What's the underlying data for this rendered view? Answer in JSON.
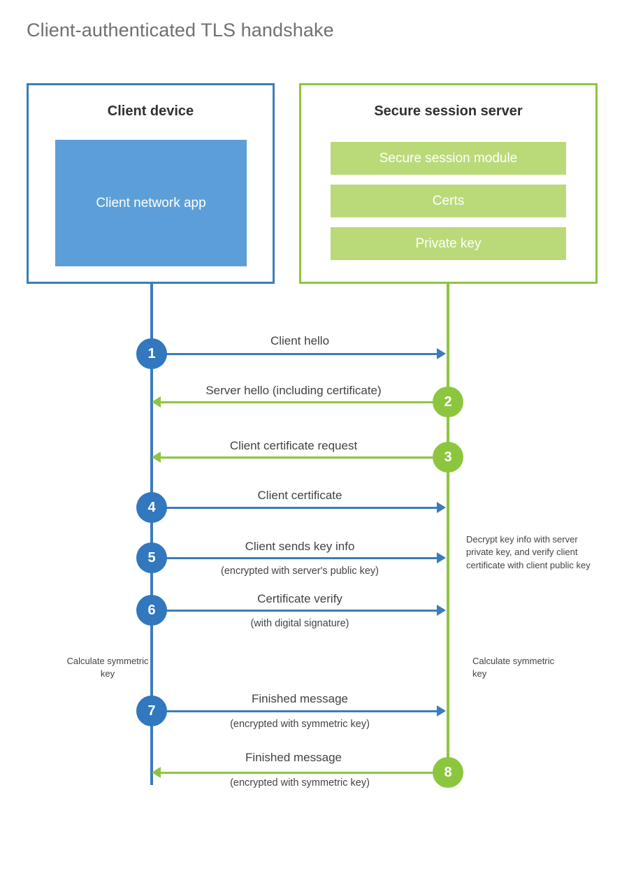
{
  "page": {
    "title": "Client-authenticated TLS handshake"
  },
  "colors": {
    "client_blue": "#3b7cbd",
    "client_circle_blue": "#3178be",
    "client_app_blue": "#5c9fd8",
    "server_green": "#8cc63f",
    "server_bar_green": "#bada79",
    "title_gray": "#6f7073",
    "text_gray": "#414244"
  },
  "client": {
    "title": "Client device",
    "app_label": "Client network app"
  },
  "server": {
    "title": "Secure session server",
    "components": [
      {
        "label": "Secure session module"
      },
      {
        "label": "Certs"
      },
      {
        "label": "Private key"
      }
    ]
  },
  "steps": [
    {
      "number": "1",
      "label": "Client hello",
      "sub": "",
      "direction": "client-to-server"
    },
    {
      "number": "2",
      "label": "Server hello (including certificate)",
      "sub": "",
      "direction": "server-to-client"
    },
    {
      "number": "3",
      "label": "Client certificate request",
      "sub": "",
      "direction": "server-to-client"
    },
    {
      "number": "4",
      "label": "Client certificate",
      "sub": "",
      "direction": "client-to-server"
    },
    {
      "number": "5",
      "label": "Client sends key info",
      "sub": "(encrypted with server's public key)",
      "direction": "client-to-server"
    },
    {
      "number": "6",
      "label": "Certificate verify",
      "sub": "(with digital signature)",
      "direction": "client-to-server"
    },
    {
      "number": "7",
      "label": "Finished message",
      "sub": "(encrypted with symmetric key)",
      "direction": "client-to-server"
    },
    {
      "number": "8",
      "label": "Finished message",
      "sub": "(encrypted with symmetric key)",
      "direction": "server-to-client"
    }
  ],
  "annotations": {
    "decrypt_note": "Decrypt key info with server private key, and verify client certificate with client public key",
    "calculate_symmetric_key_client": "Calculate symmetric key",
    "calculate_symmetric_key_server": "Calculate symmetric key"
  }
}
